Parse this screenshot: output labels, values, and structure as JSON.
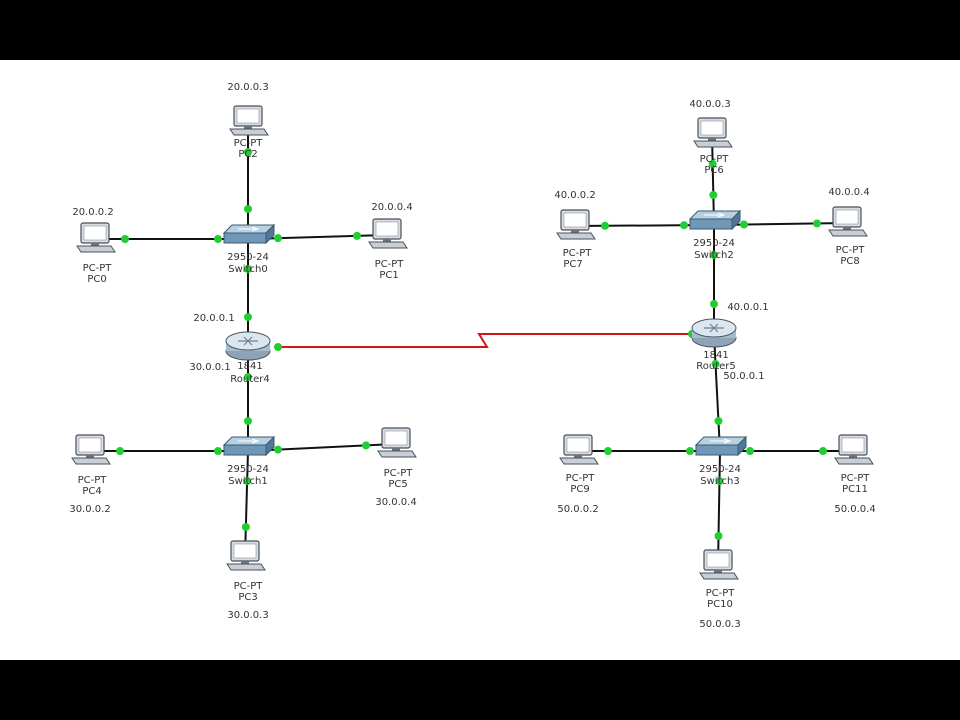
{
  "colors": {
    "link": "#111111",
    "serial_link": "#d01818",
    "port": "#22cc33",
    "background": "#ffffff",
    "frame": "#000000"
  },
  "devices": [
    {
      "id": "PC2",
      "type": "pc",
      "model": "PC-PT",
      "name": "PC2",
      "ip": "20.0.0.3"
    },
    {
      "id": "PC0",
      "type": "pc",
      "model": "PC-PT",
      "name": "PC0",
      "ip": "20.0.0.2"
    },
    {
      "id": "PC1",
      "type": "pc",
      "model": "PC-PT",
      "name": "PC1",
      "ip": "20.0.0.4"
    },
    {
      "id": "Switch0",
      "type": "switch",
      "model": "2950-24",
      "name": "Switch0"
    },
    {
      "id": "Router4",
      "type": "router",
      "model": "1841",
      "name": "Router4",
      "ip_top": "20.0.0.1",
      "ip_bottom": "30.0.0.1"
    },
    {
      "id": "Switch1",
      "type": "switch",
      "model": "2950-24",
      "name": "Switch1"
    },
    {
      "id": "PC4",
      "type": "pc",
      "model": "PC-PT",
      "name": "PC4",
      "ip": "30.0.0.2"
    },
    {
      "id": "PC5",
      "type": "pc",
      "model": "PC-PT",
      "name": "PC5",
      "ip": "30.0.0.4"
    },
    {
      "id": "PC3",
      "type": "pc",
      "model": "PC-PT",
      "name": "PC3",
      "ip": "30.0.0.3"
    },
    {
      "id": "PC6",
      "type": "pc",
      "model": "PC-PT",
      "name": "PC6",
      "ip": "40.0.0.3"
    },
    {
      "id": "PC7",
      "type": "pc",
      "model": "PC-PT",
      "name": "PC7",
      "ip": "40.0.0.2"
    },
    {
      "id": "PC8",
      "type": "pc",
      "model": "PC-PT",
      "name": "PC8",
      "ip": "40.0.0.4"
    },
    {
      "id": "Switch2",
      "type": "switch",
      "model": "2950-24",
      "name": "Switch2"
    },
    {
      "id": "Router5",
      "type": "router",
      "model": "1841",
      "name": "Router5",
      "ip_top": "40.0.0.1",
      "ip_bottom": "50.0.0.1"
    },
    {
      "id": "Switch3",
      "type": "switch",
      "model": "2950-24",
      "name": "Switch3"
    },
    {
      "id": "PC9",
      "type": "pc",
      "model": "PC-PT",
      "name": "PC9",
      "ip": "50.0.0.2"
    },
    {
      "id": "PC11",
      "type": "pc",
      "model": "PC-PT",
      "name": "PC11",
      "ip": "50.0.0.4"
    },
    {
      "id": "PC10",
      "type": "pc",
      "model": "PC-PT",
      "name": "PC10",
      "ip": "50.0.0.3"
    }
  ],
  "links": [
    {
      "from": "PC2",
      "to": "Switch0",
      "kind": "ethernet"
    },
    {
      "from": "PC0",
      "to": "Switch0",
      "kind": "ethernet"
    },
    {
      "from": "PC1",
      "to": "Switch0",
      "kind": "ethernet"
    },
    {
      "from": "Switch0",
      "to": "Router4",
      "kind": "ethernet"
    },
    {
      "from": "Router4",
      "to": "Switch1",
      "kind": "ethernet"
    },
    {
      "from": "PC4",
      "to": "Switch1",
      "kind": "ethernet"
    },
    {
      "from": "PC5",
      "to": "Switch1",
      "kind": "ethernet"
    },
    {
      "from": "PC3",
      "to": "Switch1",
      "kind": "ethernet"
    },
    {
      "from": "PC6",
      "to": "Switch2",
      "kind": "ethernet"
    },
    {
      "from": "PC7",
      "to": "Switch2",
      "kind": "ethernet"
    },
    {
      "from": "PC8",
      "to": "Switch2",
      "kind": "ethernet"
    },
    {
      "from": "Switch2",
      "to": "Router5",
      "kind": "ethernet"
    },
    {
      "from": "Router5",
      "to": "Switch3",
      "kind": "ethernet"
    },
    {
      "from": "PC9",
      "to": "Switch3",
      "kind": "ethernet"
    },
    {
      "from": "PC11",
      "to": "Switch3",
      "kind": "ethernet"
    },
    {
      "from": "PC10",
      "to": "Switch3",
      "kind": "ethernet"
    },
    {
      "from": "Router4",
      "to": "Router5",
      "kind": "serial"
    }
  ]
}
